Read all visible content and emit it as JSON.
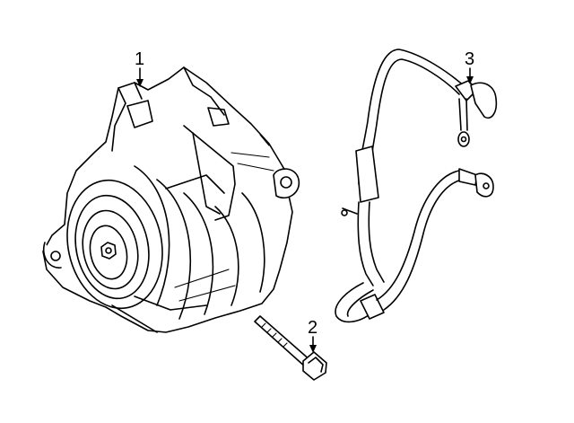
{
  "diagram": {
    "callouts": [
      {
        "id": "1",
        "label": "1",
        "part": "alternator"
      },
      {
        "id": "2",
        "label": "2",
        "part": "bolt"
      },
      {
        "id": "3",
        "label": "3",
        "part": "cable"
      }
    ],
    "colors": {
      "line": "#000000",
      "background": "#ffffff"
    }
  }
}
